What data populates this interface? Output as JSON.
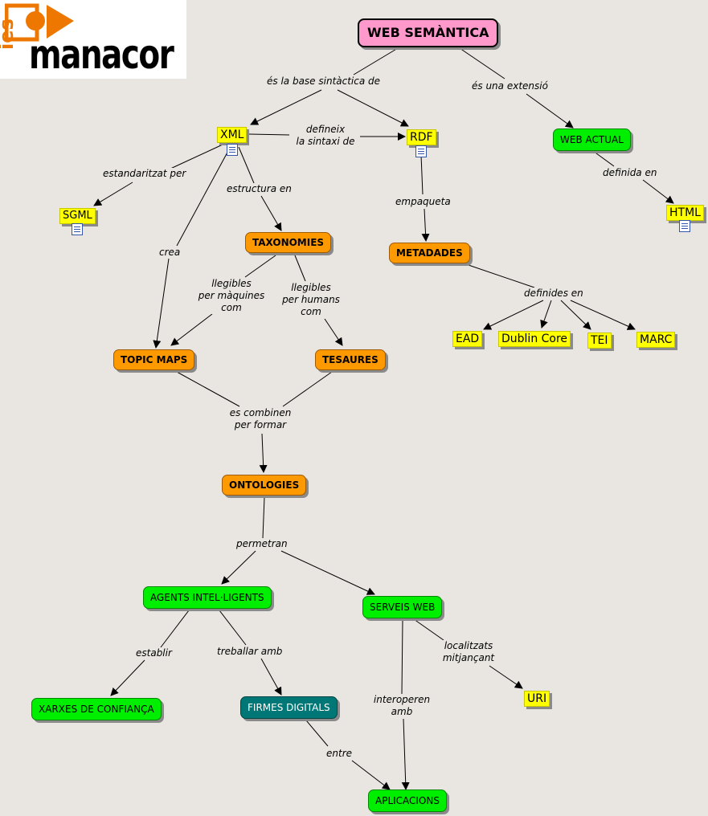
{
  "logo": {
    "prefix": "ies",
    "name": "manacor"
  },
  "nodes": {
    "web_semantica": "WEB SEMÀNTICA",
    "xml": "XML",
    "rdf": "RDF",
    "web_actual": "WEB ACTUAL",
    "sgml": "SGML",
    "html": "HTML",
    "taxonomies": "TAXONOMIES",
    "metadades": "METADADES",
    "topic_maps": "TOPIC MAPS",
    "tesaures": "TESAURES",
    "ead": "EAD",
    "dublin_core": "Dublin Core",
    "tei": "TEI",
    "marc": "MARC",
    "ontologies": "ONTOLOGIES",
    "agents": "AGENTS INTEL·LIGENTS",
    "serveis_web": "SERVEIS WEB",
    "xarxes": "XARXES DE CONFIANÇA",
    "firmes": "FIRMES DIGITALS",
    "uri": "URI",
    "aplicacions": "APLICACIONS"
  },
  "links": {
    "base_sintactica": "és la base sintàctica de",
    "extensio": "és una extensió",
    "defineix_1": "defineix",
    "defineix_2": "la sintaxi de",
    "estandaritzat": "estandaritzat per",
    "estructura": "estructura en",
    "crea": "crea",
    "definida_en": "definida en",
    "empaqueta": "empaqueta",
    "llegibles_maq_1": "llegibles",
    "llegibles_maq_2": "per màquines",
    "llegibles_maq_3": "com",
    "llegibles_hum_1": "llegibles",
    "llegibles_hum_2": "per humans",
    "llegibles_hum_3": "com",
    "definides_en": "definides en",
    "combinen_1": "es combinen",
    "combinen_2": "per formar",
    "permetran": "permetran",
    "establir": "establir",
    "treballar": "treballar amb",
    "localitzats_1": "localitzats",
    "localitzats_2": "mitjançant",
    "interoperen_1": "interoperen",
    "interoperen_2": "amb",
    "entre": "entre"
  },
  "colors": {
    "background": "#e9e6e2",
    "concept_yellow": "#ffff00",
    "concept_orange": "#ff9900",
    "concept_green": "#00ee00",
    "concept_teal": "#007777",
    "concept_pink": "#ff99cc",
    "logo_orange": "#ee7700"
  }
}
